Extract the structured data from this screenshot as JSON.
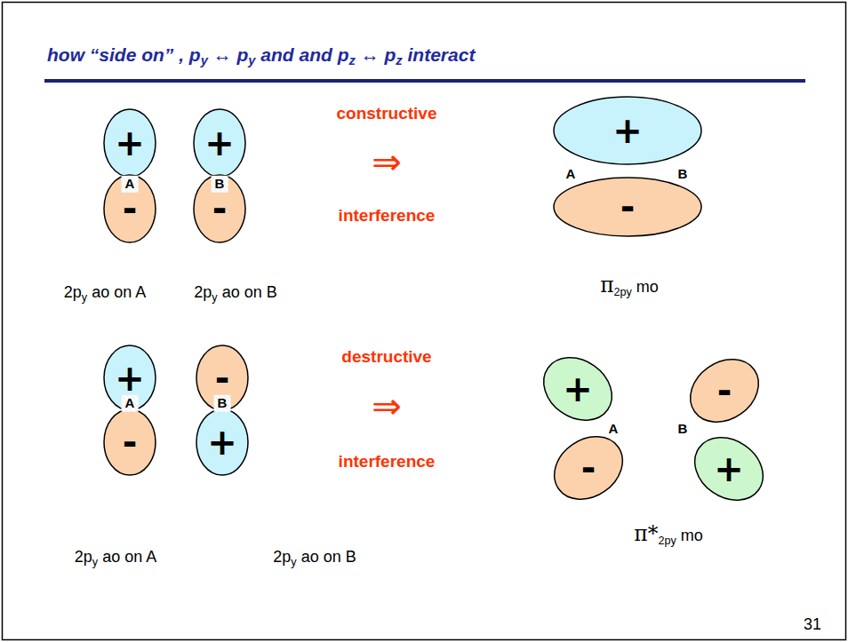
{
  "diagram": {
    "title": "how “side on” , py ↔ py and and pz ↔ pz interact",
    "nodes": [
      {
        "text": [
          "+"
        ]
      },
      {
        "text": [
          "-"
        ]
      },
      {
        "text": [
          "+"
        ]
      },
      {
        "text": [
          "-"
        ]
      },
      {
        "text": [
          "+"
        ]
      },
      {
        "text": [
          "-"
        ]
      },
      {
        "text": [
          "+"
        ]
      },
      {
        "text": [
          "-"
        ]
      },
      {
        "text": [
          "-"
        ]
      },
      {
        "text": [
          "+"
        ]
      },
      {
        "text": [
          "+"
        ]
      },
      {
        "text": [
          "-"
        ]
      },
      {
        "text": [
          "-"
        ]
      },
      {
        "text": [
          "+"
        ]
      }
    ],
    "labels": [
      "A",
      "B",
      "constructive",
      "⇒",
      "interference",
      "2py ao on A",
      "2py ao on B",
      "A",
      "B",
      "π2py mo",
      "A",
      "B",
      "destructive",
      "⇒",
      "interference",
      "2py ao on A",
      "2py ao on B",
      "A",
      "B",
      "π*2py mo",
      "31"
    ]
  }
}
